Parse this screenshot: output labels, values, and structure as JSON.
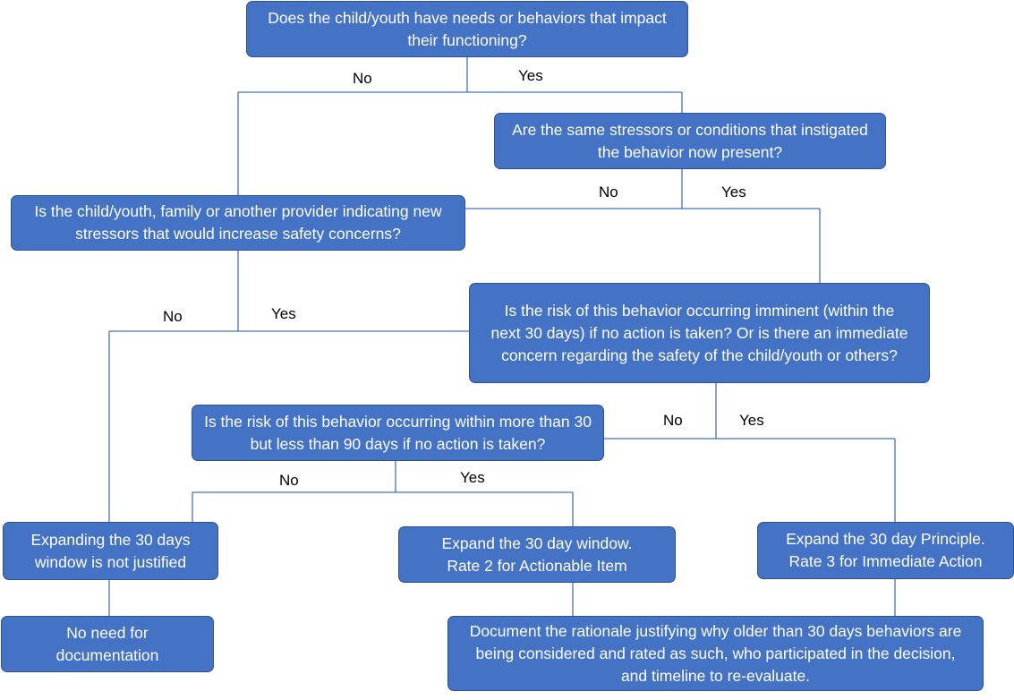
{
  "nodes": {
    "q_needs": "Does the child/youth have needs or behaviors that impact their functioning?",
    "q_same_stressors": "Are the same stressors or conditions that instigated the behavior now present?",
    "q_new_stressors": "Is the child/youth, family or another provider indicating new stressors that would increase safety concerns?",
    "q_imminent": "Is the risk of this behavior occurring imminent (within the next 30 days) if no action is taken? Or is there an immediate concern regarding the safety of the child/youth or others?",
    "q_30_90": "Is the risk of this behavior occurring within more than 30 but less than 90 days if no action is taken?",
    "r_not_justified": "Expanding the 30 days window is not justified",
    "r_rate2": "Expand the 30 day window. Rate 2 for Actionable Item",
    "r_rate3": "Expand the 30 day Principle. Rate 3 for Immediate Action",
    "r_no_doc": "No need for documentation",
    "r_document": "Document the rationale justifying why older than 30 days behaviors are being considered and rated as such, who participated in the decision, and timeline to re-evaluate."
  },
  "edge_labels": {
    "no": "No",
    "yes": "Yes"
  },
  "colors": {
    "box_fill": "#4472c4",
    "box_border": "#2f528f",
    "connector": "#4472c4",
    "text": "#ffffff"
  }
}
